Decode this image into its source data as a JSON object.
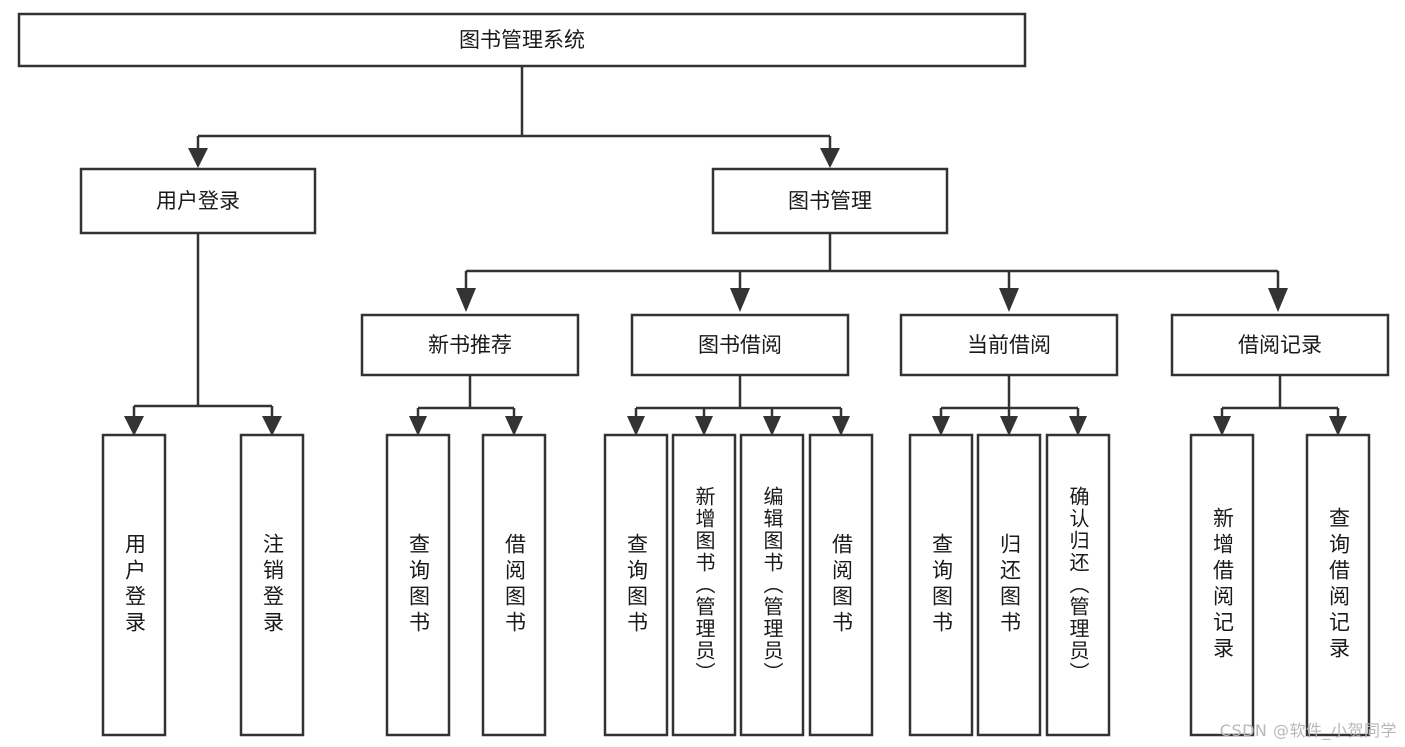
{
  "diagram": {
    "type": "tree-hierarchy",
    "title": "图书管理系统",
    "orientation": "top-down",
    "watermark": "CSDN @软件_小贺同学",
    "colors": {
      "background": "#ffffff",
      "box_fill": "#ffffff",
      "box_stroke": "#333333",
      "text": "#1a1a1a",
      "watermark": "#b8b8b8"
    },
    "levels": [
      {
        "level": 1,
        "nodes": [
          {
            "id": "root",
            "label": "图书管理系统",
            "orientation": "horizontal"
          }
        ]
      },
      {
        "level": 2,
        "nodes": [
          {
            "id": "login",
            "label": "用户登录",
            "orientation": "horizontal",
            "parent": "root"
          },
          {
            "id": "bookmgmt",
            "label": "图书管理",
            "orientation": "horizontal",
            "parent": "root"
          }
        ]
      },
      {
        "level": 3,
        "nodes": [
          {
            "id": "newbook",
            "label": "新书推荐",
            "orientation": "horizontal",
            "parent": "bookmgmt"
          },
          {
            "id": "borrow",
            "label": "图书借阅",
            "orientation": "horizontal",
            "parent": "bookmgmt"
          },
          {
            "id": "current",
            "label": "当前借阅",
            "orientation": "horizontal",
            "parent": "bookmgmt"
          },
          {
            "id": "record",
            "label": "借阅记录",
            "orientation": "horizontal",
            "parent": "bookmgmt"
          }
        ]
      },
      {
        "level": 4,
        "nodes": [
          {
            "id": "leaf-1",
            "label": "用户登录",
            "orientation": "vertical",
            "parent": "login"
          },
          {
            "id": "leaf-2",
            "label": "注销登录",
            "orientation": "vertical",
            "parent": "login"
          },
          {
            "id": "leaf-3",
            "label": "查询图书",
            "orientation": "vertical",
            "parent": "newbook"
          },
          {
            "id": "leaf-4",
            "label": "借阅图书",
            "orientation": "vertical",
            "parent": "newbook"
          },
          {
            "id": "leaf-5",
            "label": "查询图书",
            "orientation": "vertical",
            "parent": "borrow"
          },
          {
            "id": "leaf-6",
            "label": "新增图书（管理员）",
            "orientation": "vertical",
            "parent": "borrow"
          },
          {
            "id": "leaf-7",
            "label": "编辑图书（管理员）",
            "orientation": "vertical",
            "parent": "borrow"
          },
          {
            "id": "leaf-8",
            "label": "借阅图书",
            "orientation": "vertical",
            "parent": "borrow"
          },
          {
            "id": "leaf-9",
            "label": "查询图书",
            "orientation": "vertical",
            "parent": "current"
          },
          {
            "id": "leaf-10",
            "label": "归还图书",
            "orientation": "vertical",
            "parent": "current"
          },
          {
            "id": "leaf-11",
            "label": "确认归还（管理员）",
            "orientation": "vertical",
            "parent": "current"
          },
          {
            "id": "leaf-12",
            "label": "新增借阅记录",
            "orientation": "vertical",
            "parent": "record"
          },
          {
            "id": "leaf-13",
            "label": "查询借阅记录",
            "orientation": "vertical",
            "parent": "record"
          }
        ]
      }
    ]
  }
}
